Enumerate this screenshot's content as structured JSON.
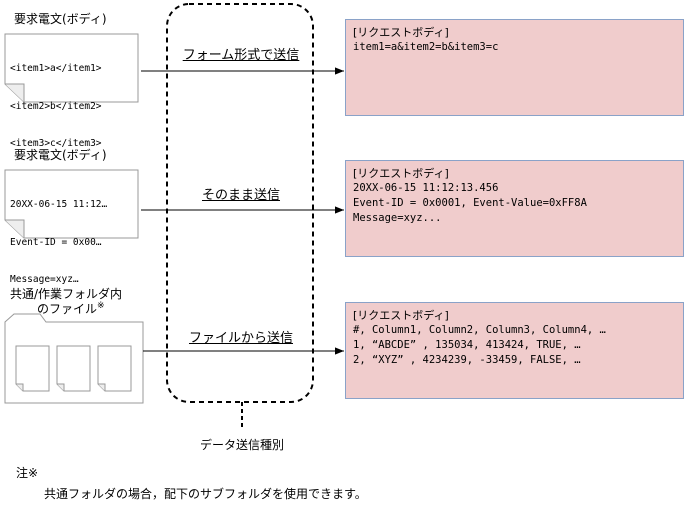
{
  "rows": [
    {
      "source_label": "要求電文(ボディ)",
      "doc_lines": [
        "<item1>a</item1>",
        "<item2>b</item2>",
        "<item3>c</item3>"
      ],
      "method": "フォーム形式で送信",
      "box_title": "[リクエストボディ]",
      "box_lines": [
        "item1=a&item2=b&item3=c"
      ]
    },
    {
      "source_label": "要求電文(ボディ)",
      "doc_lines": [
        "20XX-06-15 11:12…",
        "Event-ID = 0x00…",
        "Message=xyz…"
      ],
      "method": "そのまま送信",
      "box_title": "[リクエストボディ]",
      "box_lines": [
        "20XX-06-15 11:12:13.456",
        "Event-ID = 0x0001, Event-Value=0xFF8A",
        "Message=xyz..."
      ]
    },
    {
      "source_label_line1": "共通/作業フォルダ内",
      "source_label_line2": "のファイル",
      "source_label_mark": "※",
      "method": "ファイルから送信",
      "box_title": "[リクエストボディ]",
      "box_lines": [
        "#, Column1, Column2, Column3, Column4, …",
        "1, “ABCDE” , 135034, 413424, TRUE, …",
        "2, “XYZ” , 4234239, -33459, FALSE, …"
      ]
    }
  ],
  "group_label": "データ送信種別",
  "note": {
    "title": "注※",
    "text": "共通フォルダの場合，配下のサブフォルダを使用できます。"
  }
}
